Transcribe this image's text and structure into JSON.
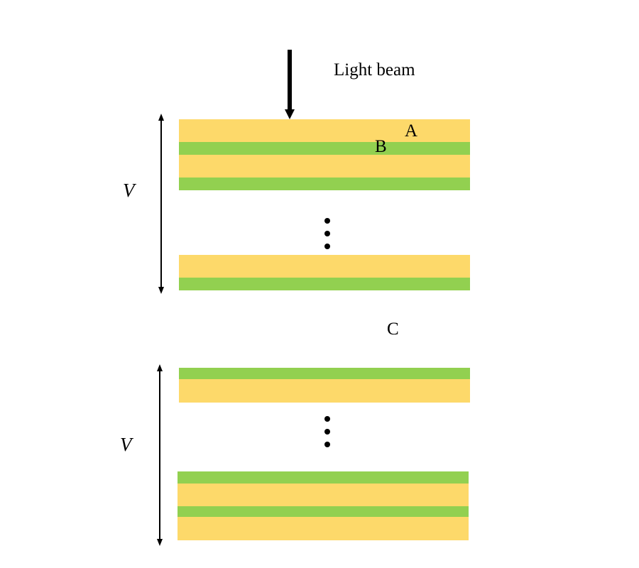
{
  "labels": {
    "light_beam": "Light beam",
    "layer_a": "A",
    "layer_b": "B",
    "gap_c": "C",
    "period_top": "V",
    "period_bottom": "V"
  },
  "colors": {
    "layer_a": "#FDD96A",
    "layer_b": "#92D050",
    "ink": "#000000"
  },
  "icons": {
    "continuation": "vertical-ellipsis",
    "incident_light": "down-arrow",
    "period_extent": "double-headed-arrow"
  }
}
